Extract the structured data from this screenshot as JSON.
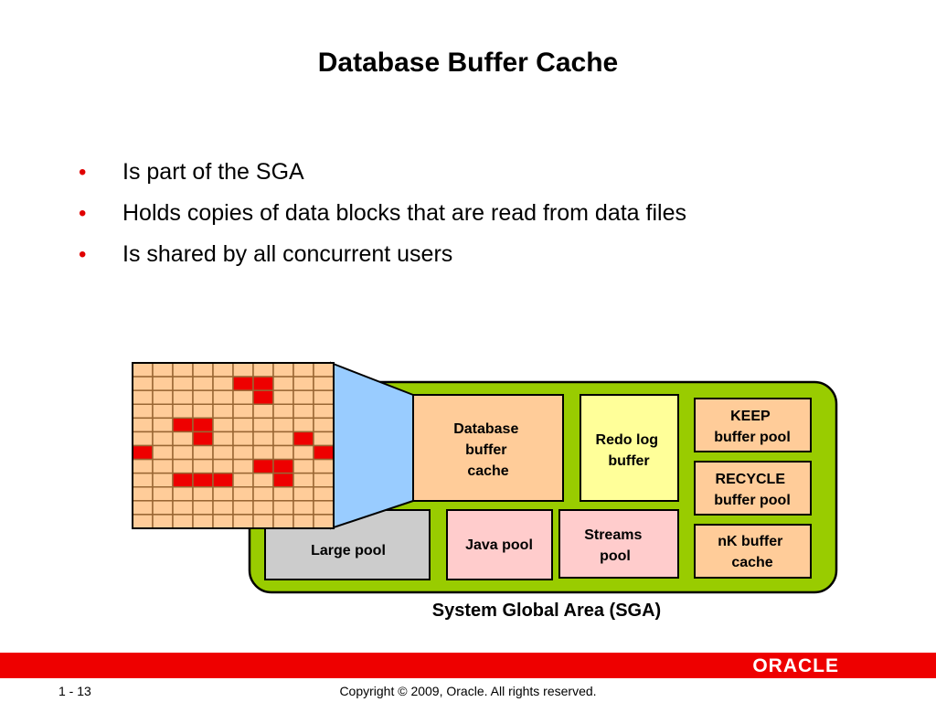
{
  "slide": {
    "title": "Database Buffer Cache",
    "bullets": [
      "Is part of the SGA",
      "Holds copies of data blocks that are read from data files",
      "Is shared by all concurrent users"
    ],
    "bullet_marker": "•"
  },
  "diagram": {
    "sga_label": "System Global Area (SGA)",
    "components": {
      "database_buffer_cache": [
        "Database",
        "buffer",
        "cache"
      ],
      "redo_log_buffer": [
        "Redo log",
        "buffer"
      ],
      "keep_buffer_pool": [
        "KEEP",
        "buffer pool"
      ],
      "recycle_buffer_pool": [
        "RECYCLE",
        "buffer pool"
      ],
      "nk_buffer_cache": [
        "nK buffer",
        "cache"
      ],
      "large_pool": [
        "Large pool"
      ],
      "java_pool": [
        "Java pool"
      ],
      "streams_pool": [
        "Streams",
        "pool"
      ]
    },
    "colors": {
      "sga_background": "#99cc00",
      "buffer_cache_fill": "#ffcc99",
      "redo_log_fill": "#ffff99",
      "large_pool_fill": "#cccccc",
      "java_streams_fill": "#ffcccc",
      "funnel_fill": "#99ccff",
      "grid_cell_fill": "#ffcc99",
      "grid_highlight_fill": "#ee0000",
      "grid_line": "#996633"
    },
    "block_grid": {
      "rows": 12,
      "cols": 10,
      "highlighted_cells": [
        [
          1,
          5
        ],
        [
          1,
          6
        ],
        [
          2,
          6
        ],
        [
          4,
          2
        ],
        [
          4,
          3
        ],
        [
          5,
          3
        ],
        [
          5,
          8
        ],
        [
          6,
          0
        ],
        [
          6,
          9
        ],
        [
          7,
          6
        ],
        [
          7,
          7
        ],
        [
          8,
          2
        ],
        [
          8,
          3
        ],
        [
          8,
          4
        ],
        [
          8,
          7
        ]
      ]
    }
  },
  "footer": {
    "page_number": "1 - 13",
    "copyright": "Copyright © 2009, Oracle. All rights reserved.",
    "logo_text": "ORACLE"
  }
}
